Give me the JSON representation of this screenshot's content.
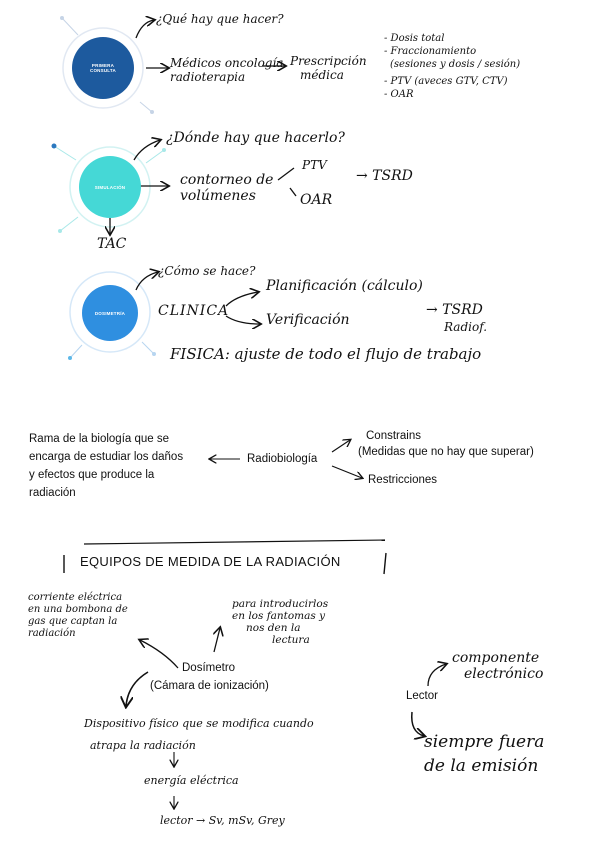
{
  "section1": {
    "circle_label_1": "PRIMERA",
    "circle_label_2": "CONSULTA",
    "circle_color": "#1d5a9e",
    "question": "¿Qué hay que hacer?",
    "who": [
      "Médicos oncología",
      "radioterapia"
    ],
    "prescription": [
      "Prescripción",
      "médica"
    ],
    "items": [
      "- Dosis total",
      "- Fraccionamiento",
      "(sesiones y dosis / sesión)",
      "- PTV (aveces GTV, CTV)",
      "- OAR"
    ]
  },
  "section2": {
    "circle_label": "SIMULACIÓN",
    "circle_color": "#45d8d6",
    "question": "¿Dónde hay que hacerlo?",
    "contouring": [
      "contorneo de",
      "volúmenes"
    ],
    "ptv": "PTV",
    "oar": "OAR",
    "tsrd": "→ TSRD",
    "tac": "TAC"
  },
  "section3": {
    "circle_label": "DOSIMETRÍA",
    "circle_color": "#2f8fe0",
    "question": "¿Cómo se hace?",
    "clinica": "CLINICA",
    "planning": "Planificación (cálculo)",
    "verification": "Verificación",
    "tsrd": "→ TSRD",
    "radiof": "Radiof.",
    "fisica": "FISICA: ajuste de todo el flujo de trabajo"
  },
  "radiobiology": {
    "definition": [
      "Rama de la biología que se",
      "encarga de estudiar los daños",
      "y efectos que produce la",
      "radiación"
    ],
    "center": "Radiobiología",
    "constrains": "Constrains",
    "constrains_note": "(Medidas que no hay que superar)",
    "restricciones": "Restricciones"
  },
  "equipos": {
    "title": "EQUIPOS DE MEDIDA DE LA RADIACIÓN",
    "note_left": [
      "corriente eléctrica",
      "en una bombona de",
      "gas que captan la",
      "radiación"
    ],
    "note_right": [
      "para introducirlos",
      "en los fantomas y",
      "nos den la",
      "lectura"
    ],
    "dosimetro": "Dosímetro",
    "camara": "(Cámara de ionización)",
    "dispositivo": [
      "Dispositivo físico que se modifica cuando",
      "atrapa la radiación"
    ],
    "energia": "energía eléctrica",
    "lector_chain": "lector → Sv, mSv, Grey",
    "lector": "Lector",
    "componente": [
      "componente",
      "electrónico"
    ],
    "siempre": [
      "siempre fuera",
      "de la emisión"
    ]
  }
}
